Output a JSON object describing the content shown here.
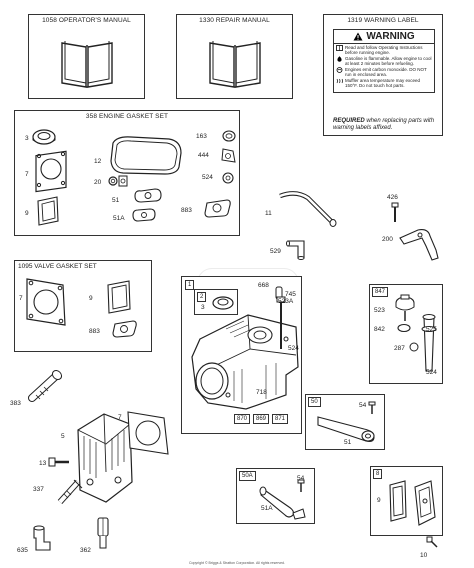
{
  "manuals": [
    {
      "label": "1058 OPERATOR'S MANUAL"
    },
    {
      "label": "1330 REPAIR MANUAL"
    }
  ],
  "warning_label": {
    "title": "1319 WARNING LABEL",
    "header": "WARNING",
    "lines": [
      "Read and follow Operating Instructions before running engine.",
      "Gasoline is flammable. Allow engine to cool at least 2 minutes before refueling.",
      "Engines emit carbon monoxide. DO NOT run in enclosed area.",
      "Muffler area temperature may exceed 150°F. Do not touch hot parts."
    ],
    "required_bold": "REQUIRED",
    "required_rest": " when replacing parts with warning labels affixed."
  },
  "engine_gasket_set": {
    "title": "358 ENGINE GASKET SET",
    "numbers": [
      "3",
      "7",
      "9",
      "12",
      "20",
      "51",
      "51A",
      "163",
      "444",
      "524",
      "883"
    ]
  },
  "valve_gasket_set": {
    "title": "1095 VALVE GASKET SET",
    "numbers": [
      "7",
      "9",
      "883"
    ]
  },
  "loose_numbers": [
    "11",
    "426",
    "200",
    "529",
    "383",
    "5",
    "7",
    "13",
    "337",
    "635",
    "362",
    "10"
  ],
  "crankcase_box": {
    "tag": "1",
    "sub_tag": "2",
    "sub_num": "3",
    "numbers": [
      "668",
      "745",
      "523A",
      "524",
      "718"
    ],
    "bottom_tags": [
      "870",
      "869",
      "871"
    ]
  },
  "dipstick_box": {
    "tag": "847",
    "numbers": [
      "523",
      "842",
      "525",
      "287",
      "524"
    ]
  },
  "lever_box": {
    "tag": "50",
    "numbers": [
      "54",
      "51"
    ]
  },
  "lever_box_a": {
    "tag": "50A",
    "numbers": [
      "54",
      "51A"
    ]
  },
  "cover_box": {
    "tag": "8",
    "numbers": [
      "9"
    ]
  },
  "watermark": "BRIGGS STRATTON",
  "footer": "Copyright © Briggs & Stratton Corporation. All rights reserved."
}
